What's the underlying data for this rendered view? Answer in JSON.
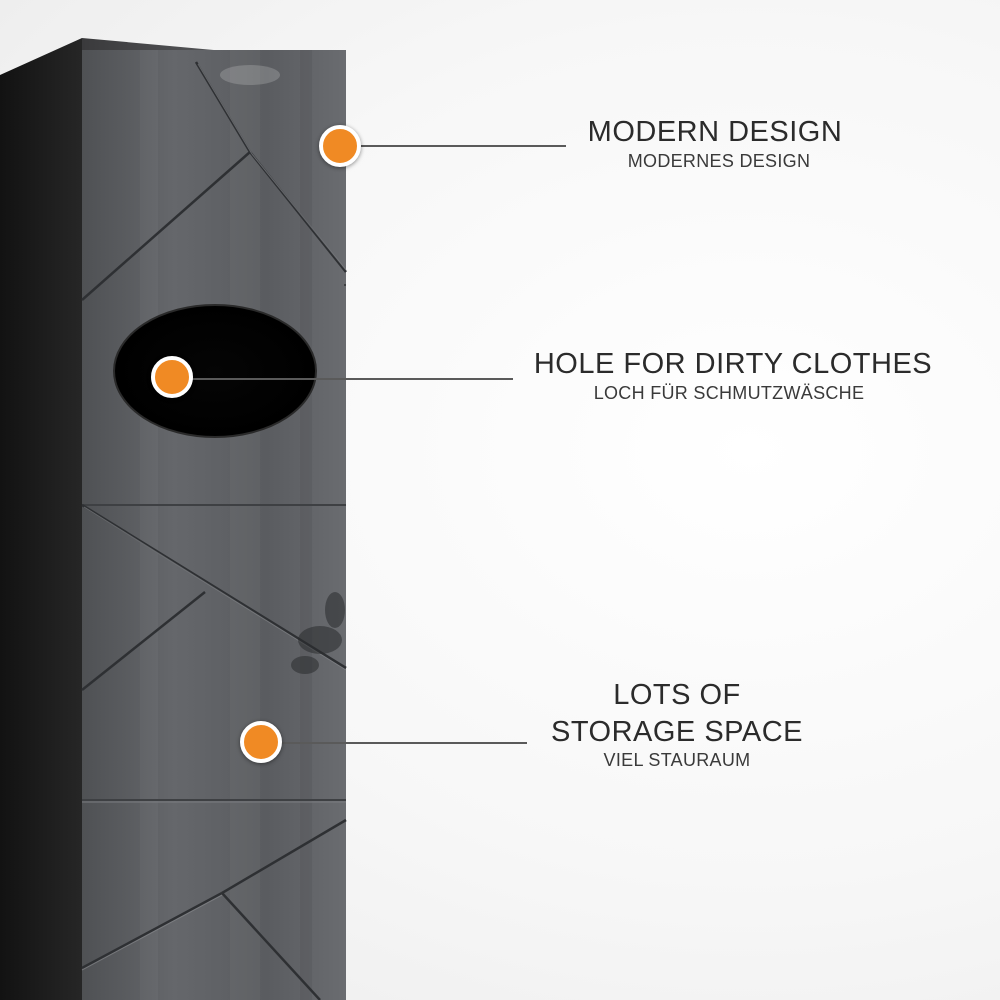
{
  "callouts": [
    {
      "title": "MODERN DESIGN",
      "subtitle": "MODERNES DESIGN",
      "marker_icon": "orange-dot-marker"
    },
    {
      "title": "HOLE FOR DIRTY CLOTHES",
      "subtitle": "LOCH FÜR SCHMUTZWÄSCHE",
      "marker_icon": "orange-dot-marker"
    },
    {
      "title_line1": "LOTS OF",
      "title_line2": "STORAGE SPACE",
      "subtitle": "VIEL STAURAUM",
      "marker_icon": "orange-dot-marker"
    }
  ],
  "colors": {
    "marker": "#f08a24",
    "cabinet_front": "#5c5e62",
    "cabinet_side": "#1c1c1c",
    "text": "#2b2b2b"
  }
}
